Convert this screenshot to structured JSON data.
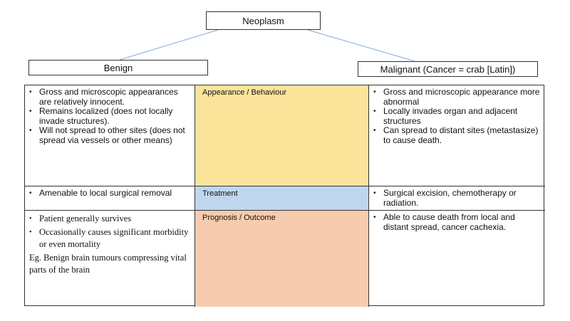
{
  "diagram": {
    "root": "Neoplasm",
    "left_label": "Benign",
    "right_label": "Malignant (Cancer = crab [Latin])"
  },
  "rows": [
    {
      "category": "Appearance / Behaviour",
      "benign": [
        "Gross and microscopic appearances are relatively innocent.",
        "Remains localized (does not locally invade structures).",
        "Will not spread to other sites (does not spread via vessels or other means)"
      ],
      "malignant": [
        "Gross and microscopic appearance more abnormal",
        "Locally invades organ and adjacent structures",
        "Can spread to distant sites (metastasize) to cause death."
      ]
    },
    {
      "category": "Treatment",
      "benign": [
        "Amenable to local surgical removal"
      ],
      "malignant": [
        "Surgical excision, chemotherapy or radiation."
      ]
    },
    {
      "category": "Prognosis / Outcome",
      "benign": [
        "Patient generally survives",
        "Occasionally causes significant morbidity or even mortality"
      ],
      "benign_note": "Eg. Benign brain tumours compressing vital parts of the brain",
      "malignant": [
        "Able to cause death from local and distant spread, cancer cachexia."
      ]
    }
  ],
  "colors": {
    "appearance": "#fbe49a",
    "treatment": "#bfd6ee",
    "prognosis": "#f7ccae",
    "connector": "#9ab8d8"
  }
}
